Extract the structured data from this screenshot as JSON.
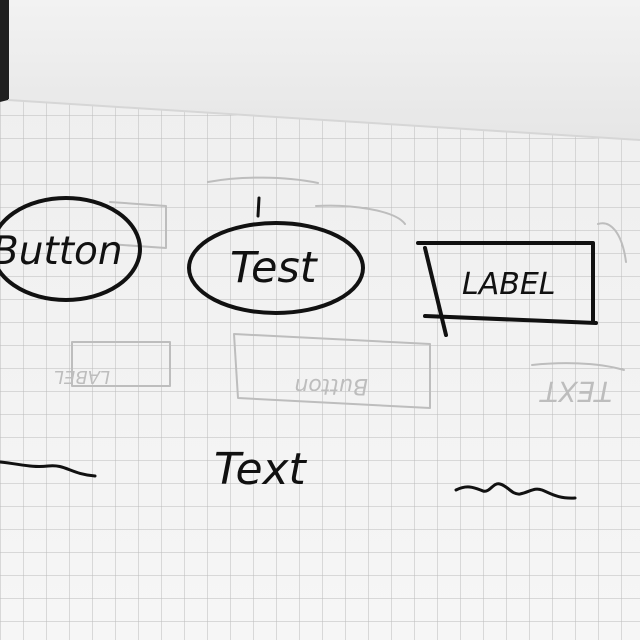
{
  "sketch": {
    "button_label": "Button",
    "test_label": "Test",
    "label_label": "LABEL",
    "text_label": "Text",
    "ghost_left_label": "LABEL",
    "ghost_mid_label": "Button",
    "ghost_right_label": "TEXT"
  }
}
